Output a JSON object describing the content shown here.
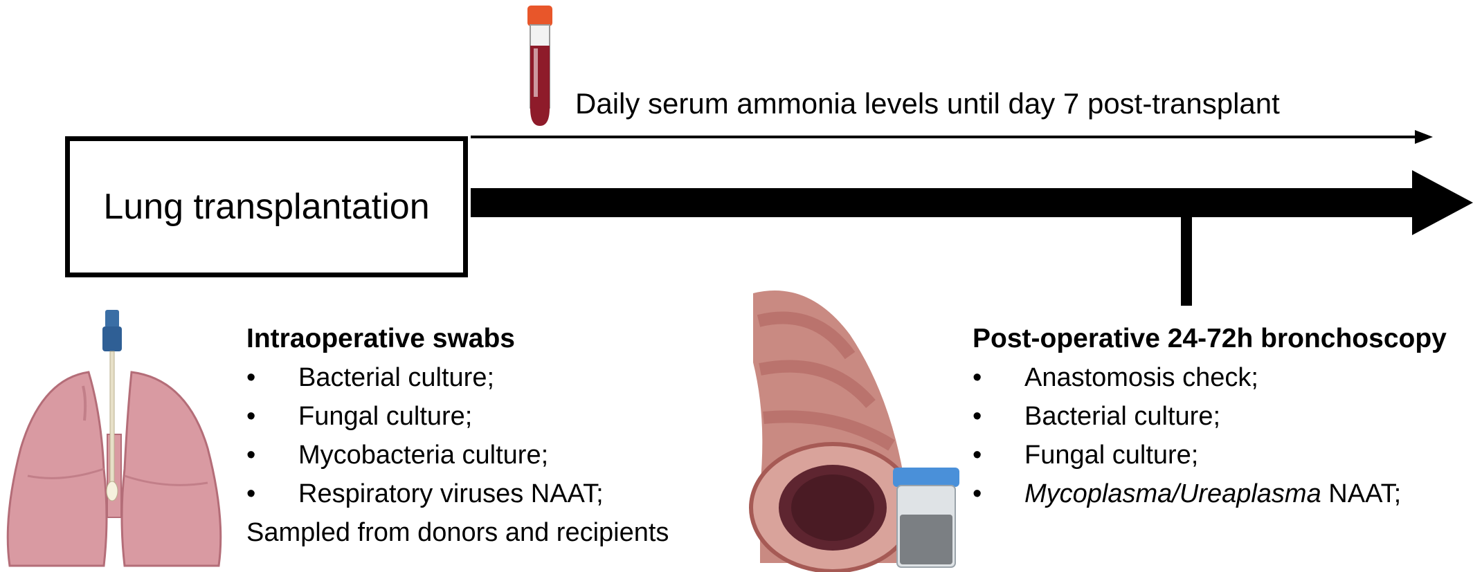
{
  "ammonia_label": "Daily serum ammonia levels until day 7 post-transplant",
  "center_label": "Lung transplantation",
  "intraoperative": {
    "heading": "Intraoperative swabs",
    "items": [
      "Bacterial culture;",
      "Fungal culture;",
      "Mycobacteria culture;",
      "Respiratory viruses NAAT;"
    ],
    "footer": "Sampled from donors and recipients"
  },
  "postoperative": {
    "heading": "Post-operative 24-72h bronchoscopy",
    "items": [
      "Anastomosis check;",
      "Bacterial culture;",
      "Fungal culture;"
    ],
    "last_item_italic": "Mycoplasma/Ureaplasma",
    "last_item_rest": " NAAT;"
  },
  "bullet": "•",
  "icons": [
    "blood-tube-icon",
    "lungs-icon",
    "swab-icon",
    "bronchus-icon",
    "specimen-cup-icon"
  ],
  "colors": {
    "tube_cap": "#e8562a",
    "blood": "#8e1b2a",
    "lung": "#d99aa2",
    "lung_outline": "#b46d78",
    "bronchus": "#c98a82",
    "bronchus_ring": "#b0645f",
    "cup_lid": "#4a90d9",
    "swab_tip": "#3a6ea5"
  }
}
